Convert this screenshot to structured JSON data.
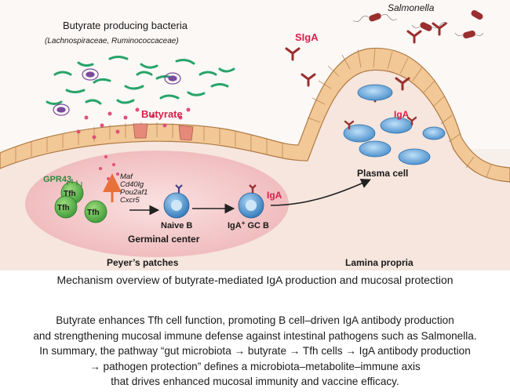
{
  "figure": {
    "bacteria_title": "Butyrate producing bacteria",
    "bacteria_families": "(Lachnospiraceae, Ruminococcaceae)",
    "butyrate": "Butyrate",
    "salmonella": "Salmonella",
    "siga": "SIgA",
    "iga_lamina": "IgA",
    "plasma_cell": "Plasma cell",
    "gpr43": "GPR43",
    "tfh": "Tfh",
    "genes": [
      "Maf",
      "Cd40lg",
      "Pou2af1",
      "Cxcr5"
    ],
    "naive_b": "Naive B",
    "iga_gc": "IgA",
    "iga_gc_b_prefix": "IgA",
    "iga_gc_b_sup": "+",
    "iga_gc_b_suffix": " GC B",
    "germinal_center": "Germinal center",
    "peyers_patches": "Peyer’s patches",
    "lamina_propria": "Lamina propria"
  },
  "caption": "Mechanism overview of butyrate-mediated IgA production and mucosal protection",
  "summary_lines": [
    "Butyrate enhances Tfh cell function, promoting B cell–driven IgA antibody production",
    "and strengthening mucosal immune defense against intestinal pathogens such as Salmonella.",
    "In summary, the pathway “gut microbiota → butyrate → Tfh cells → IgA antibody production",
    "→ pathogen protection” defines a microbiota–metabolite–immune axis",
    "that drives enhanced mucosal immunity and vaccine efficacy."
  ],
  "colors": {
    "background": "#f7efea",
    "epithelium": "#f2c896",
    "epithelium_outline": "#b07a45",
    "germinal_center": "#f3c4c4",
    "tfh_cell": "#5ab24a",
    "b_cell": "#3b86c4",
    "plasma_cell": "#5aa0d6",
    "antibody": "#9a2f2f",
    "bacteria": "#27a46a",
    "butyrate_dot": "#e0507a",
    "accent_text": "#d8204a",
    "gpr43_text": "#2d8a3e"
  }
}
